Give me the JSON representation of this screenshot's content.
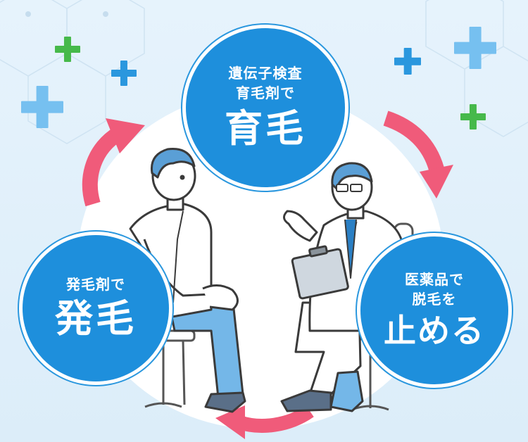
{
  "colors": {
    "background": "#e6f3fc",
    "badge_blue": "#1e8fdc",
    "arrow_pink": "#f05b7a",
    "plus_green": "#46b94a",
    "plus_blue": "#2a97de",
    "plus_light_blue": "#76c0f0",
    "clothing_blue": "#74b7e8",
    "hair_blue": "#5a9fd6"
  },
  "badges": {
    "top": {
      "line1": "遺伝子検査",
      "line2": "育毛剤で",
      "big": "育毛"
    },
    "left": {
      "line1": "発毛剤で",
      "big": "発毛"
    },
    "right": {
      "line1": "医薬品で",
      "line2": "脱毛を",
      "big": "止める"
    }
  },
  "icons": {
    "cycle_arrows": "curved-arrow-icon",
    "decor": "plus-icon"
  }
}
